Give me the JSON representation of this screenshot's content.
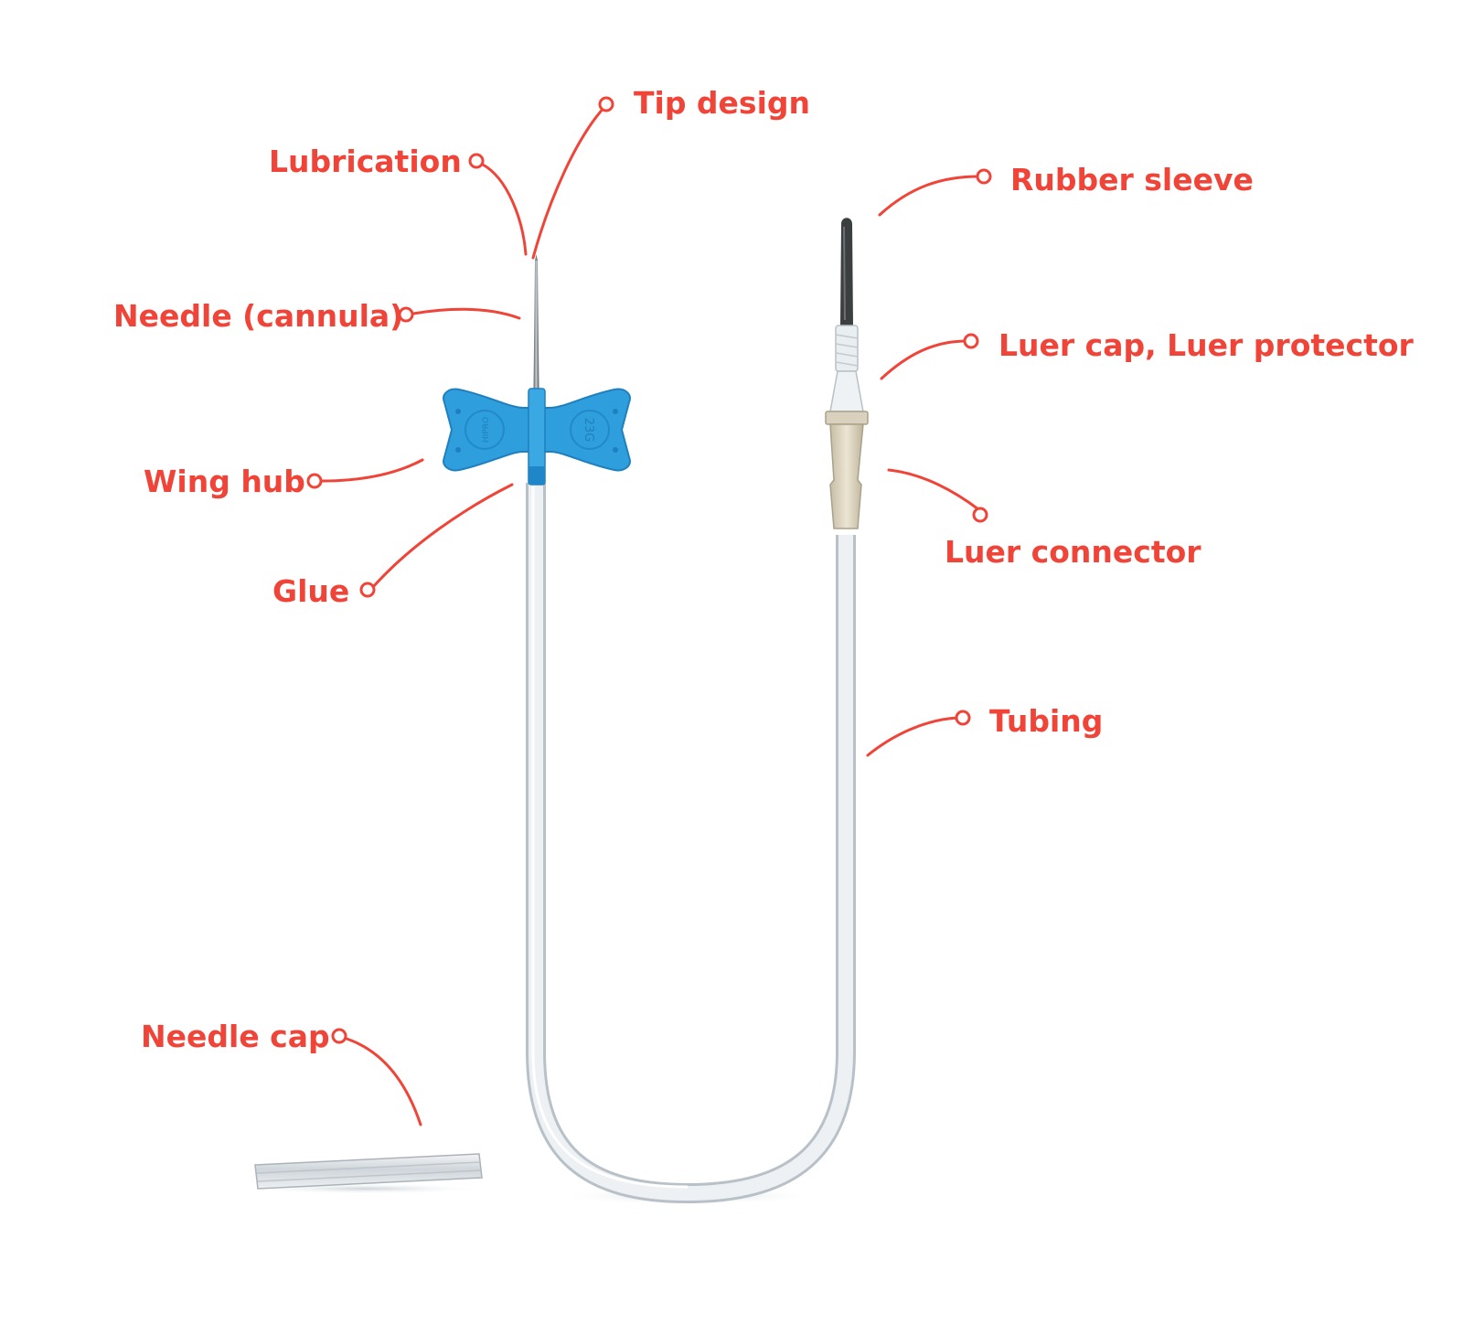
{
  "accent_color": "#f04438",
  "labels": {
    "tip_design": "Tip design",
    "lubrication": "Lubrication",
    "rubber_sleeve": "Rubber sleeve",
    "needle_cannula": "Needle (cannula)",
    "luer_cap": "Luer cap, Luer protector",
    "wing_hub": "Wing hub",
    "luer_connector": "Luer connector",
    "glue": "Glue",
    "tubing": "Tubing",
    "needle_cap": "Needle cap"
  },
  "wing_hub_print": {
    "brand": "HIPRO",
    "gauge": "23G"
  },
  "colors": {
    "wing": "#2e9fdc",
    "wing_dark": "#1f7fbf",
    "rubber": "#3b3f40",
    "connector": "#d9d1bd",
    "tubing": "#e8ecef"
  }
}
